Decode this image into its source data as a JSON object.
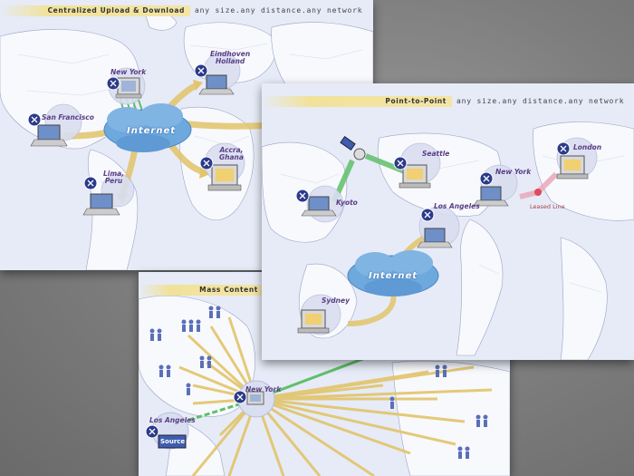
{
  "panels": {
    "upload": {
      "banner": "Centralized Upload & Download",
      "tagline": "any size.any distance.any network",
      "cities": {
        "new_york": "New York",
        "eindhoven": "Eindhoven\nHolland",
        "san_francisco": "San Francisco",
        "lima": "Lima,\nPeru",
        "accra": "Accra,\nGhana"
      },
      "cloud": "Internet"
    },
    "p2p": {
      "banner": "Point-to-Point",
      "tagline": "any size.any distance.any network",
      "cities": {
        "kyoto": "Kyoto",
        "seattle": "Seattle",
        "new_york": "New York",
        "london": "London",
        "los_angeles": "Los Angeles",
        "sydney": "Sydney"
      },
      "leased_line": "Leased Line",
      "cloud": "Internet"
    },
    "mass": {
      "banner": "Mass Content",
      "cities": {
        "new_york": "New York",
        "los_angeles": "Los Angeles"
      },
      "source": "Source"
    }
  },
  "colors": {
    "background": "#7f7f7f",
    "map": "#e6ebf7",
    "land": "#f7f8fc",
    "arrow_yellow": "#e2c46a",
    "arrow_green": "#5fbf6a",
    "cloud": "#6ea9de",
    "label": "#5a3f86"
  }
}
